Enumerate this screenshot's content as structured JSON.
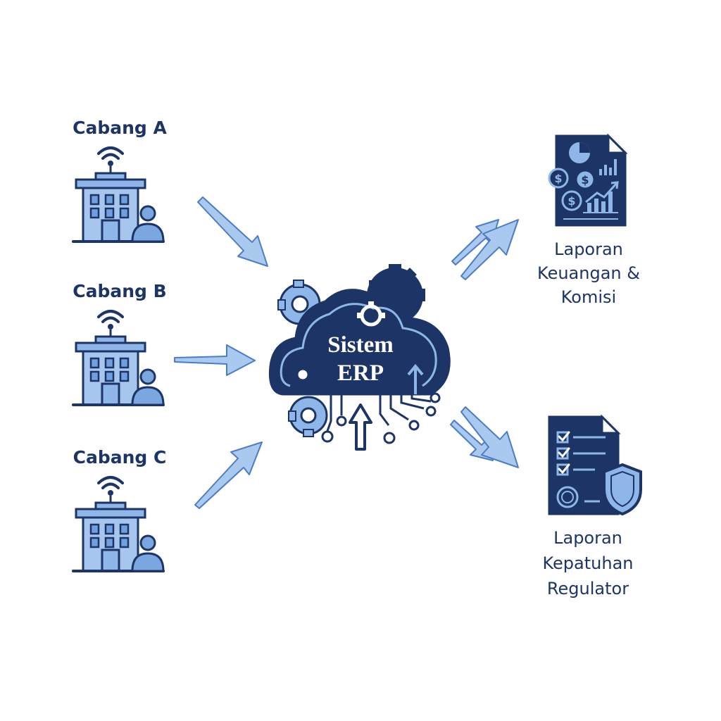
{
  "diagram": {
    "center": {
      "title_line1": "Sistem",
      "title_line2": "ERP"
    },
    "branches": [
      {
        "label": "Cabang A"
      },
      {
        "label": "Cabang B"
      },
      {
        "label": "Cabang C"
      }
    ],
    "reports": [
      {
        "line1": "Laporan",
        "line2": "Keuangan &",
        "line3": "Komisi",
        "icon": "financial-report-icon"
      },
      {
        "line1": "Laporan",
        "line2": "Kepatuhan",
        "line3": "Regulator",
        "icon": "compliance-report-icon"
      }
    ],
    "colors": {
      "navy": "#1d3566",
      "light_blue": "#8fb6e8",
      "mid_blue": "#6f9fdc",
      "arrow_fill": "#a9c9ef"
    }
  }
}
